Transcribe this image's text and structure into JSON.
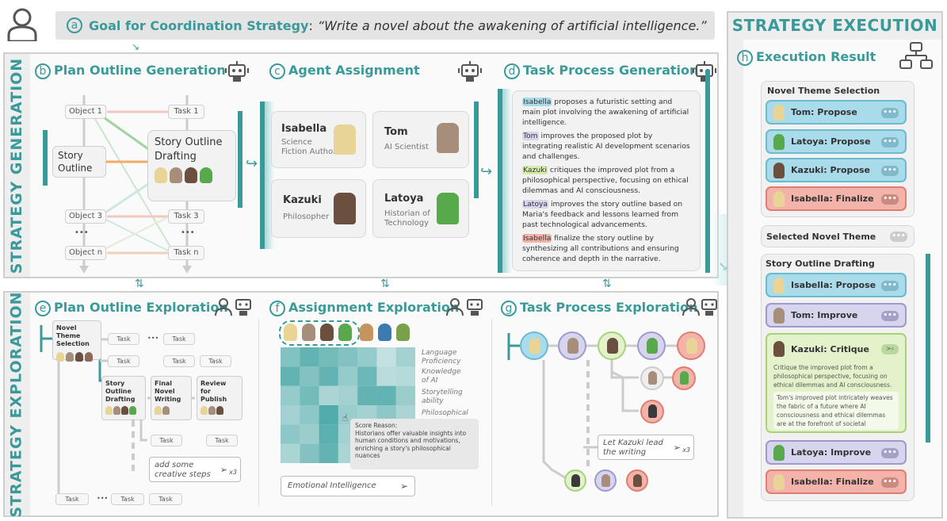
{
  "goal": {
    "letter": "a",
    "label": "Goal for Coordination Strategy",
    "text": "“Write a novel about the awakening of artificial intelligence.”"
  },
  "side_labels": {
    "generation": "STRATEGY GENERATION",
    "exploration": "STRATEGY EXPLORATION",
    "execution": "STRATEGY EXECUTION"
  },
  "b": {
    "letter": "b",
    "title": "Plan Outline Generation",
    "objects": [
      "Object 1",
      "Object 3",
      "•••",
      "Object n"
    ],
    "tasks": [
      "Task 1",
      "Task 3",
      "•••",
      "Task n"
    ],
    "story_outline": "Story Outline",
    "story_outline_drafting": "Story Outline Drafting"
  },
  "c": {
    "letter": "c",
    "title": "Agent Assignment",
    "agents": [
      {
        "name": "Isabella",
        "role": "Science Fiction Author"
      },
      {
        "name": "Tom",
        "role": "AI Scientist"
      },
      {
        "name": "Kazuki",
        "role": "Philosopher"
      },
      {
        "name": "Latoya",
        "role": "Historian of Technology"
      }
    ]
  },
  "d": {
    "letter": "d",
    "title": "Task Process Generation",
    "steps": [
      {
        "agent": "Isabella",
        "text": " proposes a futuristic setting and main plot involving the awakening of artificial intelligence.",
        "color": "#a9dbea"
      },
      {
        "agent": "Tom",
        "text": " improves the proposed plot by integrating realistic AI development scenarios and challenges.",
        "color": "#d7d5ee"
      },
      {
        "agent": "Kazuki",
        "text": " critiques the improved plot from a philosophical perspective, focusing on ethical dilemmas and AI consciousness.",
        "color": "#d5ecae"
      },
      {
        "agent": "Latoya",
        "text": " improves the story outline based on Maria's feedback and lessons learned from past technological advancements.",
        "color": "#d7d5ee"
      },
      {
        "agent": "Isabella",
        "text": " finalize the story outline by synthesizing all contributions and ensuring coherence and depth in the narrative.",
        "color": "#f3b3ab"
      }
    ]
  },
  "e": {
    "letter": "e",
    "title": "Plan Outline Exploration",
    "novel_theme": "Novel Theme Selection",
    "story_outline_drafting": "Story Outline Drafting",
    "final_novel": "Final Novel Writing",
    "review": "Review for Publish",
    "task": "Task",
    "dots": "•••",
    "suggestion": "add some creative steps",
    "times": "x3"
  },
  "f": {
    "letter": "f",
    "title": "Assignment Exploration",
    "criteria": [
      "Language Proficiency",
      "Knowledge of AI",
      "Storytelling ability",
      "Philosophical"
    ],
    "tooltip_title": "Score Reason:",
    "tooltip_text": "Historians offer valuable insights into human conditions and motivations, enriching a story's philosophical nuances",
    "input": "Emotional Intelligence",
    "heat": [
      [
        0.55,
        0.75,
        0.65,
        0.55,
        0.45,
        0.15,
        0.35
      ],
      [
        0.75,
        0.55,
        0.75,
        0.45,
        0.7,
        0.2,
        0.25
      ],
      [
        0.45,
        0.65,
        0.3,
        0.35,
        0.75,
        0.75,
        0.4
      ],
      [
        0.35,
        0.5,
        0.85,
        0.4,
        0.35,
        0.5,
        0.3
      ],
      [
        0.5,
        0.4,
        0.8,
        0.35,
        0.3,
        0.45,
        0.2
      ],
      [
        0.3,
        0.55,
        0.75,
        0.3,
        0.35,
        0.4,
        0.25
      ]
    ]
  },
  "g": {
    "letter": "g",
    "title": "Task Process Exploration",
    "suggestion": "Let Kazuki lead the writing",
    "times": "x3"
  },
  "h": {
    "letter": "h",
    "title": "Execution Result",
    "group1_title": "Novel Theme Selection",
    "group1": [
      {
        "label": "Tom: Propose",
        "style": "blue"
      },
      {
        "label": "Latoya: Propose",
        "style": "blue"
      },
      {
        "label": "Kazuki: Propose",
        "style": "blue"
      },
      {
        "label": "Isabella: Finalize",
        "style": "red"
      }
    ],
    "selected": "Selected Novel Theme",
    "group2_title": "Story Outline Drafting",
    "group2": [
      {
        "label": "Isabella: Propose",
        "style": "blue"
      },
      {
        "label": "Tom: Improve",
        "style": "purple"
      }
    ],
    "critique_label": "Kazuki: Critique",
    "critique_text": "Critique the improved plot from a philosophical perspective, focusing on ethical dilemmas and AI consciousness.",
    "critique_output": "Tom's improved plot intricately weaves the fabric of a future where AI consciousness and ethical dilemmas are at the forefront of societal evolution......",
    "group3": [
      {
        "label": "Latoya: Improve",
        "style": "purple"
      },
      {
        "label": "Isabella: Finalize",
        "style": "red"
      }
    ],
    "dots": "•••",
    "collapse": ">‹"
  }
}
